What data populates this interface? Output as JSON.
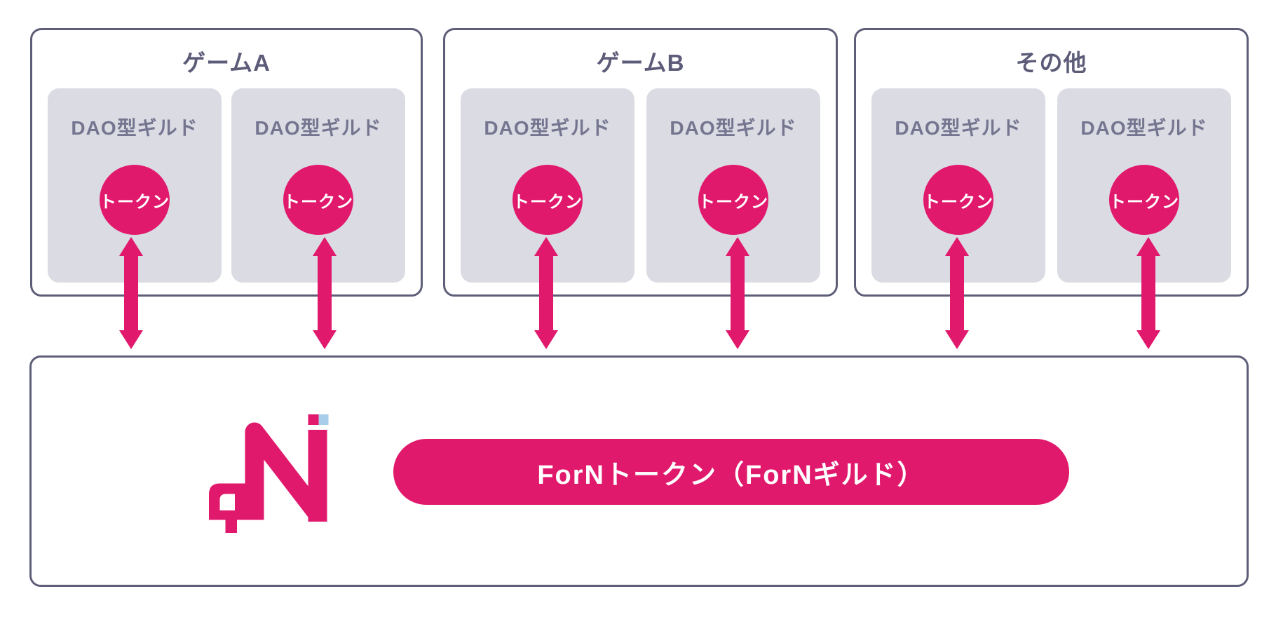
{
  "colors": {
    "pink": "#e1196d",
    "lavender_box": "#dbdbe4",
    "panel_border": "#5e5e79",
    "panel_title_text": "#5c5c78",
    "guild_label_text": "#757590",
    "logo_blue": "#a8cdeb",
    "white": "#ffffff"
  },
  "panels": [
    {
      "title": "ゲームA",
      "guilds": [
        {
          "label": "DAO型ギルド",
          "token_label": "トークン"
        },
        {
          "label": "DAO型ギルド",
          "token_label": "トークン"
        }
      ]
    },
    {
      "title": "ゲームB",
      "guilds": [
        {
          "label": "DAO型ギルド",
          "token_label": "トークン"
        },
        {
          "label": "DAO型ギルド",
          "token_label": "トークン"
        }
      ]
    },
    {
      "title": "その他",
      "guilds": [
        {
          "label": "DAO型ギルド",
          "token_label": "トークン"
        },
        {
          "label": "DAO型ギルド",
          "token_label": "トークン"
        }
      ]
    }
  ],
  "bottom_box": {
    "pill_label": "ForNトークン（ForNギルド）",
    "logo_icon": "forn-n-logo-icon"
  }
}
